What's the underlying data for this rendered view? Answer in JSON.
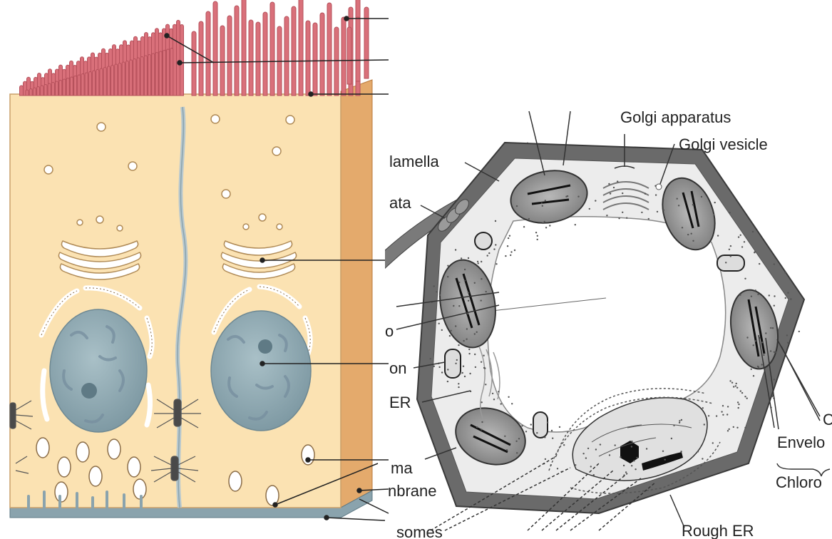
{
  "animal_cell_diagram": {
    "label_fragments": [
      "ma",
      "nbrane"
    ]
  },
  "plant_cell_diagram": {
    "labels": {
      "golgi_apparatus": "Golgi apparatus",
      "golgi_vesicle": "Golgi vesicle",
      "middle_lamella": "lamella",
      "plasmodesmata": "ata",
      "mitochondrion": "on",
      "smooth_er": "ER",
      "fragment_o": "o",
      "envelope": "Envelo",
      "chloroplast": "Chloro",
      "fragment_c": "C",
      "ribosomes": "somes",
      "rough_er": "Rough ER"
    }
  },
  "colors": {
    "cytoplasm": "#fbe2b2",
    "cell_side": "#e4aa6c",
    "microvilli": "#d9707a",
    "nucleus": "#8fa9b2",
    "basement_membrane": "#8aa3ad",
    "plant_wall": "#6a6a6a"
  }
}
